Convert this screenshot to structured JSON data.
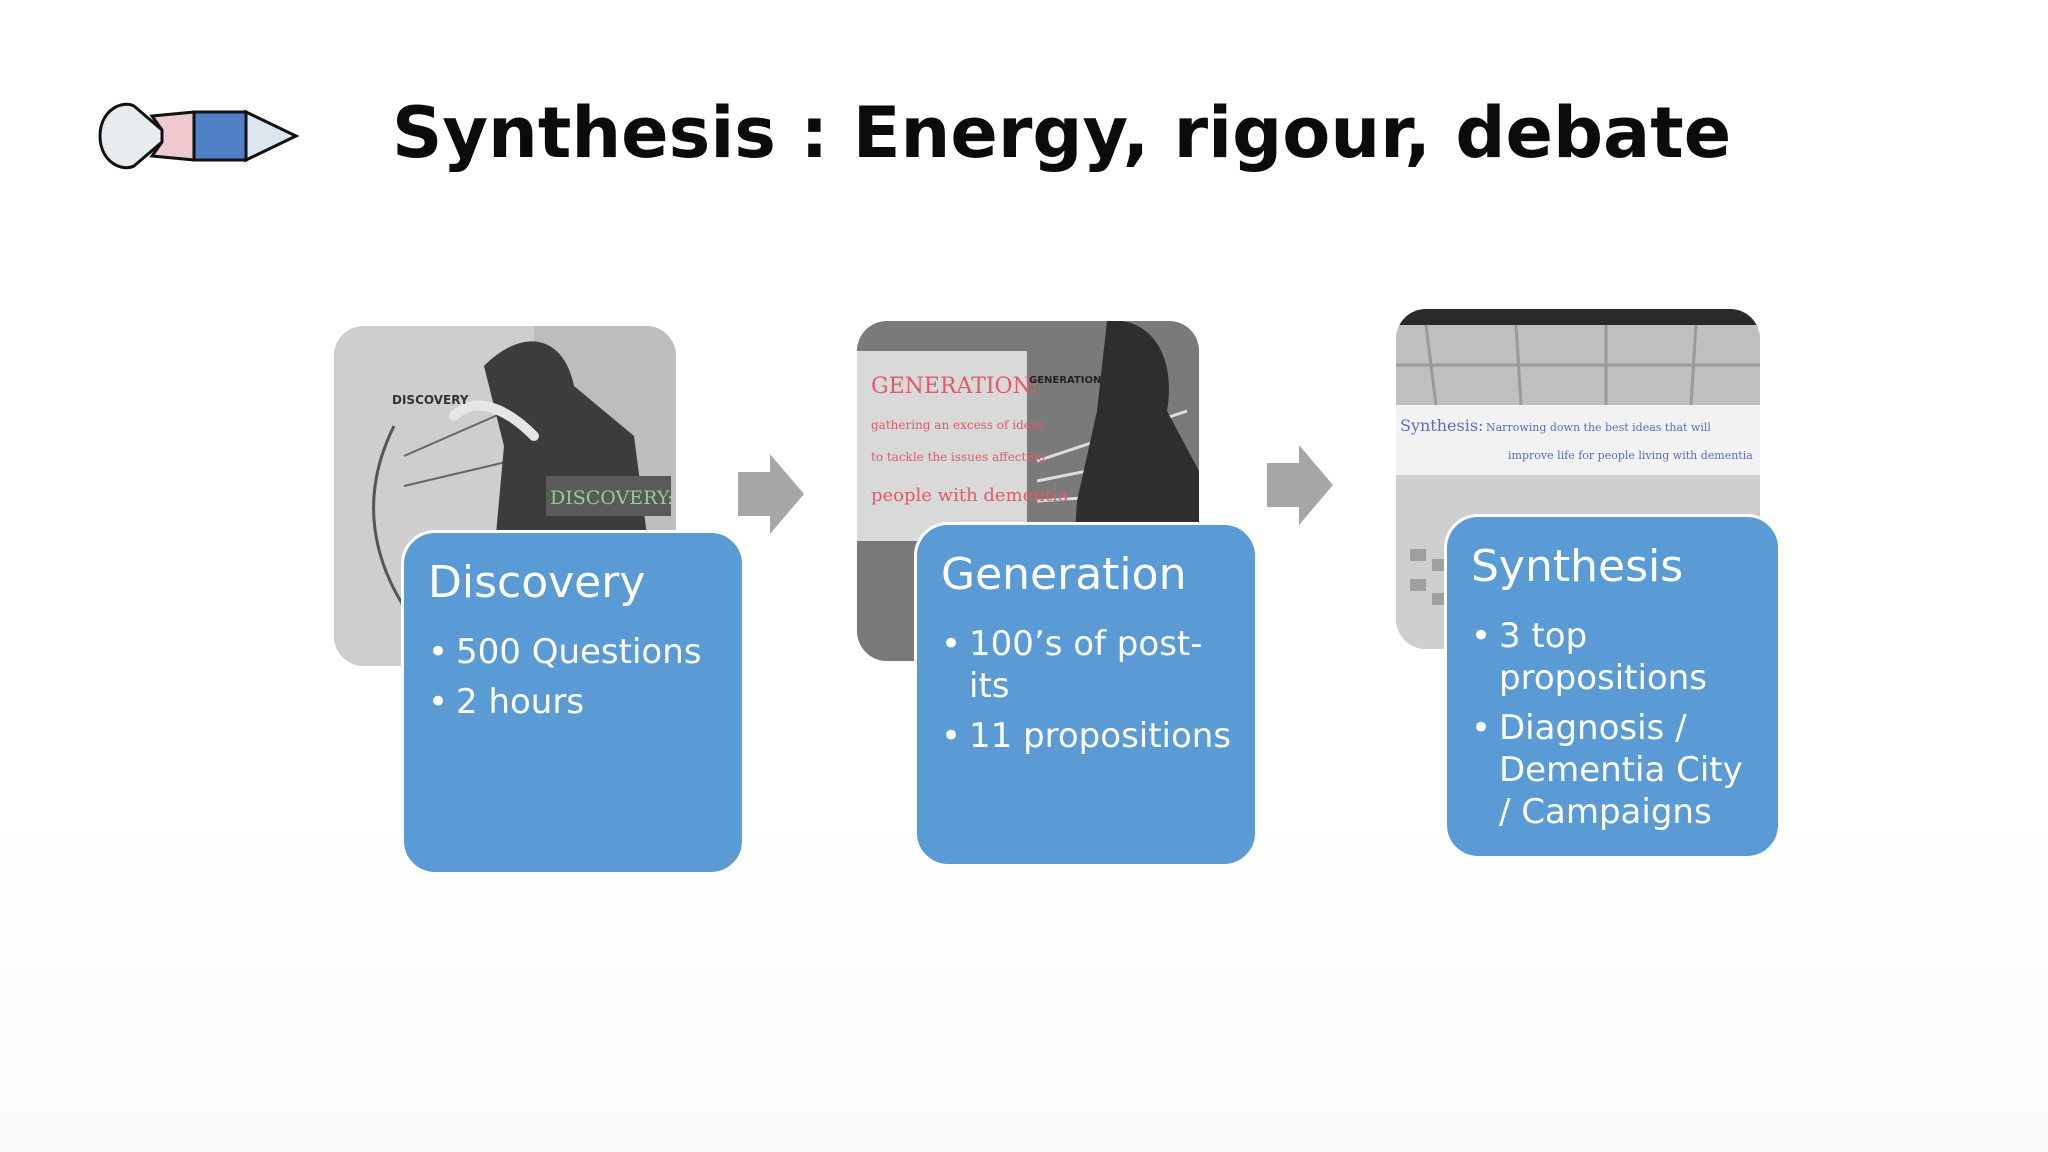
{
  "slide": {
    "title": "Synthesis : Energy, rigour, debate"
  },
  "logo": {
    "icon": "fish-logo-icon",
    "colors": {
      "head": "#e8ecef",
      "middle": "#f0c9cf",
      "body": "#4f81c7",
      "tail": "#dde5ef",
      "outline": "#111111"
    }
  },
  "stages": [
    {
      "title": "Discovery",
      "bullets": [
        "500 Questions",
        "2 hours"
      ],
      "photo": {
        "overlay_lines": [
          "DISCOVERY",
          "DISCOVERY:"
        ]
      }
    },
    {
      "title": "Generation",
      "bullets": [
        "100’s of post-its",
        "11 propositions"
      ],
      "photo": {
        "overlay_lines": [
          "GENERATION:",
          "gathering an excess of ideas",
          "to tackle the issues affecting",
          "people with dementia",
          "GENERATION"
        ]
      }
    },
    {
      "title": "Synthesis",
      "bullets": [
        "3 top propositions",
        "Diagnosis / Dementia City / Campaigns"
      ],
      "photo": {
        "overlay_lines": [
          "Synthesis:",
          "Narrowing down the best ideas that will",
          "improve life for people living with dementia"
        ]
      }
    }
  ],
  "colors": {
    "card": "#5b9bd5",
    "arrow": "#a6a6a6",
    "title": "#0b0b0b"
  }
}
